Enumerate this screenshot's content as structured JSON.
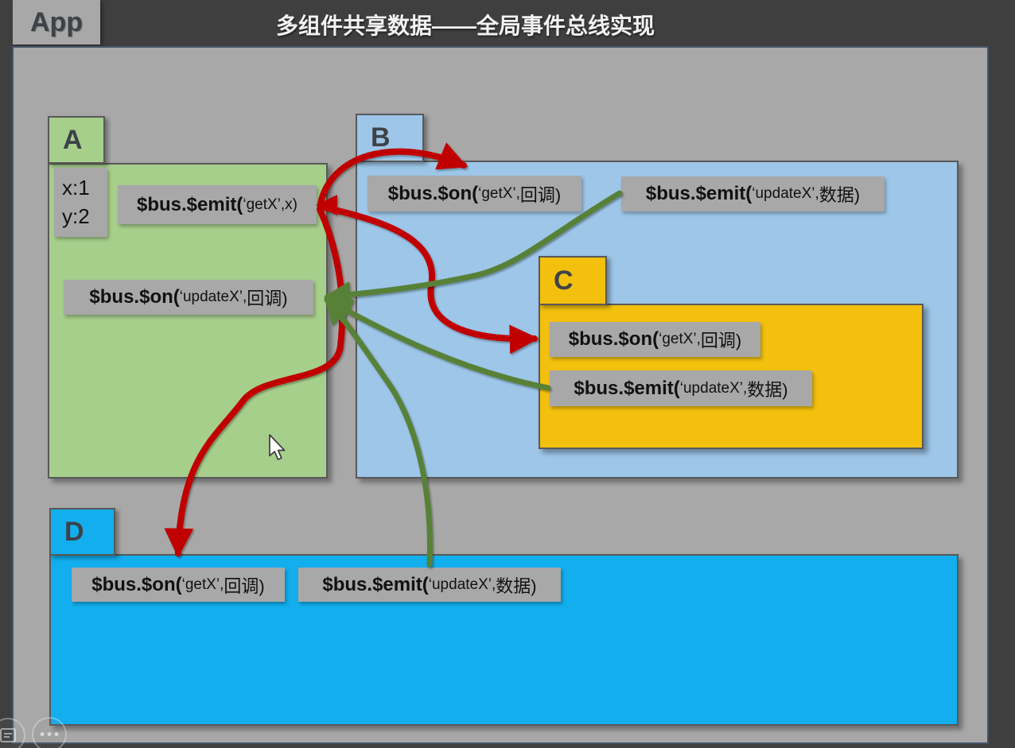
{
  "header": {
    "app_label": "App",
    "title": "多组件共享数据——全局事件总线实现"
  },
  "colors": {
    "background": "#3f3f3f",
    "panel_bg": "#a8a8a8",
    "panel_border": "#44546a",
    "box_border": "#595959",
    "label_bg": "#a8a8a8",
    "component_a_green": "#a7cf8c",
    "component_b_blue": "#9dc6e8",
    "component_c_orange": "#f2c00d",
    "component_d_cyan": "#12aeee",
    "arrow_red": "#c00000",
    "arrow_green": "#588139"
  },
  "components": {
    "a": {
      "tab": "A",
      "state": [
        "x:1",
        "y:2"
      ],
      "emit_label": {
        "head": "$bus.$emit(",
        "mid": "‘getX’,x)",
        "tail": ""
      },
      "on_label": {
        "head": "$bus.$on(",
        "mid": "‘updateX’,",
        "tail": "回调)"
      }
    },
    "b": {
      "tab": "B",
      "on_label": {
        "head": "$bus.$on(",
        "mid": "‘getX’,",
        "tail": "回调)"
      },
      "emit_label": {
        "head": "$bus.$emit(",
        "mid": "‘updateX’,",
        "tail": "数据)"
      }
    },
    "c": {
      "tab": "C",
      "on_label": {
        "head": "$bus.$on(",
        "mid": "‘getX’,",
        "tail": "回调)"
      },
      "emit_label": {
        "head": "$bus.$emit(",
        "mid": "‘updateX’,",
        "tail": "数据)"
      }
    },
    "d": {
      "tab": "D",
      "on_label": {
        "head": "$bus.$on(",
        "mid": "‘getX’,",
        "tail": "回调)"
      },
      "emit_label": {
        "head": "$bus.$emit(",
        "mid": "‘updateX’,",
        "tail": "数据)"
      }
    }
  },
  "player_overlay": {
    "more_dots": "•••"
  }
}
